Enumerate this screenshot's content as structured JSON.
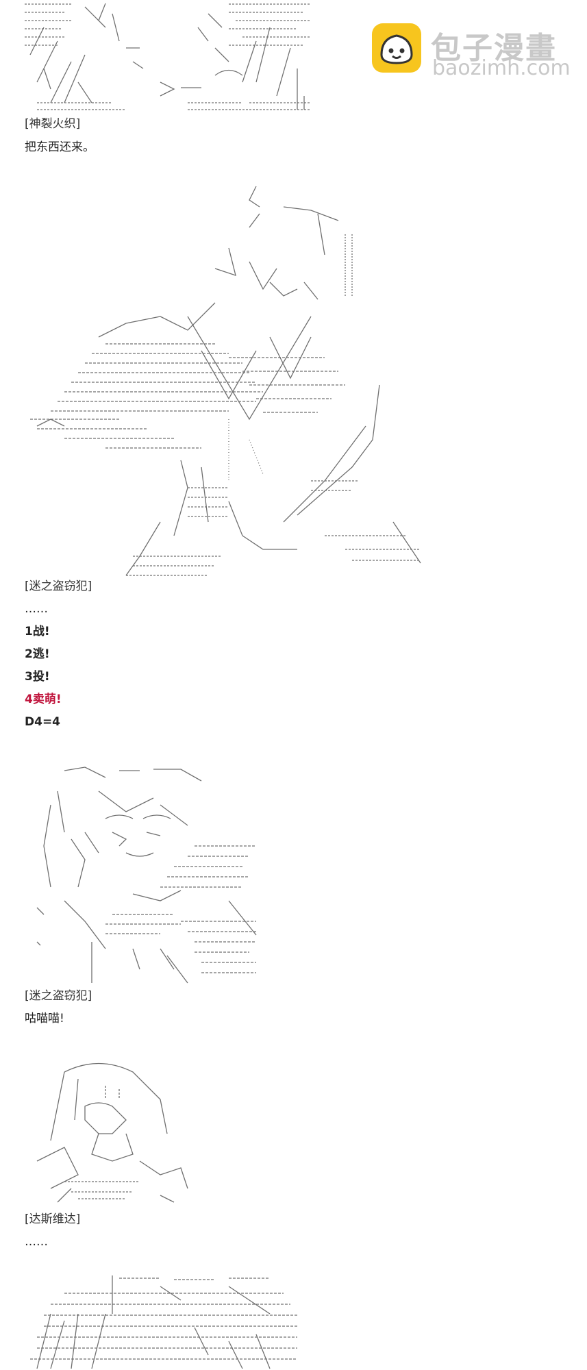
{
  "watermark": {
    "title": "包子漫畫",
    "subtitle": "baozimh.com",
    "logo_icon": "bun-face-icon",
    "logo_color": "#f7c51e"
  },
  "speech": {
    "s1_name": "[神裂火织]",
    "s1_text": "把东西还来。",
    "s2_name": "[迷之盗窃犯]",
    "s2_ellipsis": "……",
    "choice1": "1战!",
    "choice2": "2逃!",
    "choice3": "3投!",
    "choice4": "4卖萌!",
    "dice": "D4=4",
    "s3_name": "[迷之盗窃犯]",
    "s3_text": "咕喵喵!",
    "s4_name": "[达斯维达]",
    "s4_ellipsis": "……"
  },
  "colors": {
    "highlight": "#c0143c",
    "art": "#6b6b6b"
  }
}
